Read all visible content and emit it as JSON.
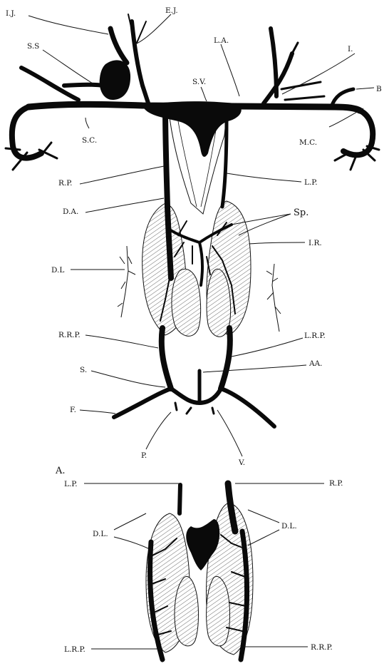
{
  "labels": {
    "ij": "I.J.",
    "ej": "E.J.",
    "ss": "S.S",
    "la": "L.A.",
    "i": "I.",
    "sv": "S.V.",
    "b": "B",
    "sc": "S.C.",
    "mc": "M.C.",
    "rp": "R.P.",
    "lp": "L.P.",
    "sp": "Sp.",
    "da": "D.A.",
    "ir": "I.R.",
    "dl": "D.L",
    "rrp": "R.R.P.",
    "lrp": "L.R.P.",
    "s": "S.",
    "aa": "AA.",
    "f": "F.",
    "p": "P.",
    "v": "V."
  },
  "figure_a": {
    "title": "A.",
    "lp": "L.P.",
    "rp": "R.P.",
    "dl_left": "D.L.",
    "dl_right": "D.L.",
    "lrp": "L.R.P.",
    "rrp": "R.R.P."
  },
  "colors": {
    "ink": "#0a0a0a",
    "background": "#ffffff"
  }
}
